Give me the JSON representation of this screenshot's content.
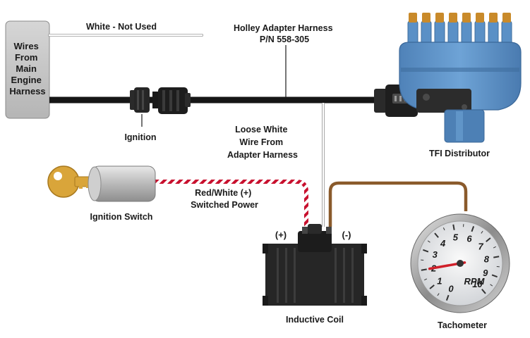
{
  "labels": {
    "main_harness": [
      "Wires",
      "From",
      "Main",
      "Engine",
      "Harness"
    ],
    "white_not_used": "White - Not Used",
    "adapter_line1": "Holley Adapter Harness",
    "adapter_line2": "P/N 558-305",
    "ignition": "Ignition",
    "loose_wire": [
      "Loose White",
      "Wire From",
      "Adapter Harness"
    ],
    "tfi_distributor": "TFI Distributor",
    "ignition_switch": "Ignition Switch",
    "switched_power_line1": "Red/White (+)",
    "switched_power_line2": "Switched Power",
    "coil_plus": "(+)",
    "coil_minus": "(-)",
    "inductive_coil": "Inductive Coil",
    "tachometer": "Tachometer",
    "tach_unit": "RPM",
    "tach_numbers": [
      "0",
      "1",
      "2",
      "3",
      "4",
      "5",
      "6",
      "7",
      "8",
      "9",
      "10"
    ]
  },
  "colors": {
    "harness": "#161616",
    "distributor": "#5b8fc4",
    "distributor_dark": "#3f6e9e",
    "tach_wire": "#8a5a2b",
    "power_red": "#c8102e",
    "key": "#d9a53a",
    "needle": "#d0202a"
  },
  "tach_reading": 2
}
